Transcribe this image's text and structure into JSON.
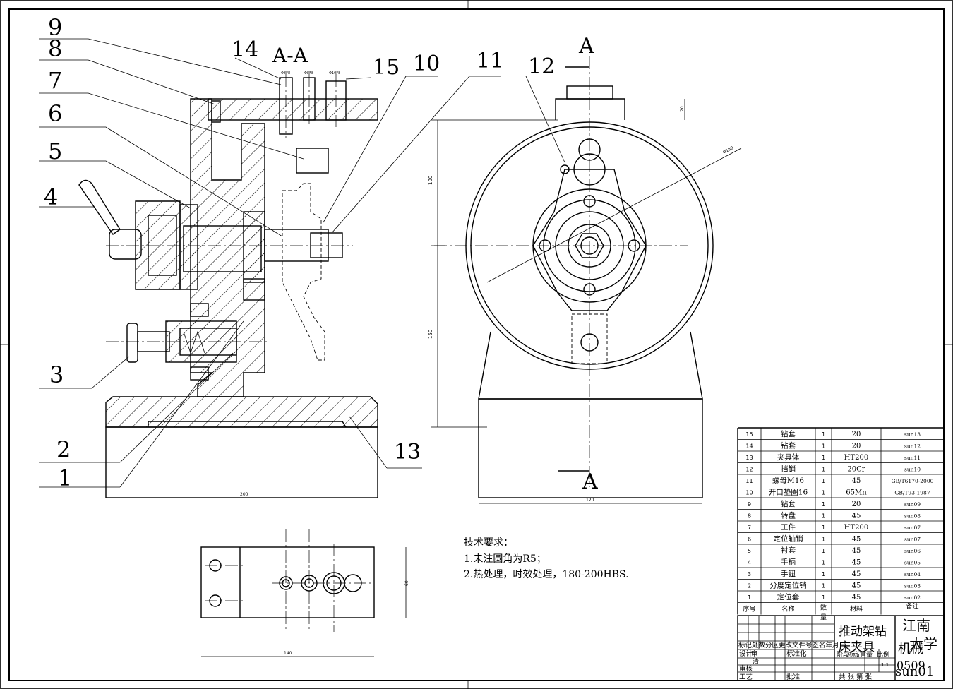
{
  "drawing": {
    "section_label": "A-A",
    "cut_marker_top": "A",
    "cut_marker_bottom": "A",
    "balloons": [
      "1",
      "2",
      "3",
      "4",
      "5",
      "6",
      "7",
      "8",
      "9",
      "10",
      "11",
      "12",
      "13",
      "14",
      "15"
    ],
    "dims": {
      "front_width": "200",
      "side_width": "120",
      "side_height_upper": "100",
      "side_height_lower": "150",
      "top_block": "20",
      "diameter": "Φ180",
      "plan_width": "140",
      "plan_height": "60",
      "drill_1": "Φ8F8",
      "drill_2": "Φ8F8",
      "drill_3": "Φ10F8"
    }
  },
  "notes": {
    "heading": "技术要求：",
    "line1": "1.未注圆角为R5；",
    "line2": "2.热处理，时效处理，180-200HBS."
  },
  "bom": {
    "rows": [
      {
        "no": "15",
        "name": "钻套",
        "qty": "1",
        "material": "20",
        "remark": "sun13"
      },
      {
        "no": "14",
        "name": "钻套",
        "qty": "1",
        "material": "20",
        "remark": "sun12"
      },
      {
        "no": "13",
        "name": "夹具体",
        "qty": "1",
        "material": "HT200",
        "remark": "sun11"
      },
      {
        "no": "12",
        "name": "挡销",
        "qty": "1",
        "material": "20Cr",
        "remark": "sun10"
      },
      {
        "no": "11",
        "name": "螺母M16",
        "qty": "1",
        "material": "45",
        "remark": "GB/T6170-2000"
      },
      {
        "no": "10",
        "name": "开口垫圈16",
        "qty": "1",
        "material": "65Mn",
        "remark": "GB/T93-1987"
      },
      {
        "no": "9",
        "name": "钻套",
        "qty": "1",
        "material": "20",
        "remark": "sun09"
      },
      {
        "no": "8",
        "name": "转盘",
        "qty": "1",
        "material": "45",
        "remark": "sun08"
      },
      {
        "no": "7",
        "name": "工件",
        "qty": "1",
        "material": "HT200",
        "remark": "sun07"
      },
      {
        "no": "6",
        "name": "定位轴销",
        "qty": "1",
        "material": "45",
        "remark": "sun07"
      },
      {
        "no": "5",
        "name": "衬套",
        "qty": "1",
        "material": "45",
        "remark": "sun06"
      },
      {
        "no": "4",
        "name": "手柄",
        "qty": "1",
        "material": "45",
        "remark": "sun05"
      },
      {
        "no": "3",
        "name": "手钮",
        "qty": "1",
        "material": "45",
        "remark": "sun04"
      },
      {
        "no": "2",
        "name": "分度定位销",
        "qty": "1",
        "material": "45",
        "remark": "sun03"
      },
      {
        "no": "1",
        "name": "定位套",
        "qty": "1",
        "material": "45",
        "remark": "sun02"
      }
    ],
    "header": {
      "no": "序号",
      "name": "名称",
      "qty": "数",
      "qty2": "量",
      "material": "材料",
      "remark": "备注"
    }
  },
  "title_block": {
    "title1": "推动架钻",
    "title2": "床夹具",
    "school1": "江南",
    "school2": "大学",
    "school3": "机械",
    "code1": "0509",
    "code2": "sun01",
    "mark_row": "标记处数分区更改文件号签名年月日",
    "design": "设计",
    "std": "标准化",
    "stage_label": "阶段标记",
    "weight_label": "重量",
    "scale_label": "比例",
    "scale": "1:1",
    "check": "审核",
    "process": "工艺",
    "approve": "批准",
    "sheets": "共    张 第    张",
    "row_shen": "审",
    "row_qing": "清"
  }
}
